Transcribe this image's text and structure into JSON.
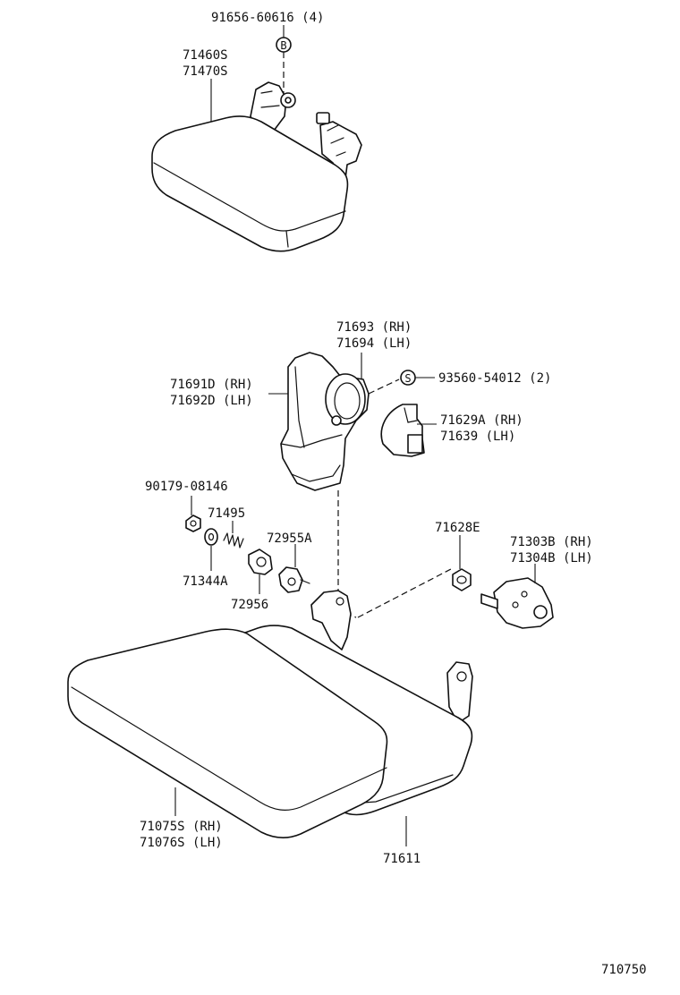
{
  "labels": {
    "bolt_91656": "91656-60616 (4)",
    "bolt_symbol": "B",
    "backrest_a": "71460S",
    "backrest_b": "71470S",
    "hinge_cover_rh": "71693 (RH)",
    "hinge_cover_lh": "71694 (LH)",
    "hinge_rh": "71691D (RH)",
    "hinge_lh": "71692D (LH)",
    "screw_93560": "93560-54012 (2)",
    "screw_symbol": "S",
    "cap_rh": "71629A (RH)",
    "cap_lh": "71639 (LH)",
    "nut_90179": "90179-08146",
    "spring_71495": "71495",
    "knob_72955a": "72955A",
    "washer_71344a": "71344A",
    "knob_72956": "72956",
    "bushing_71628e": "71628E",
    "bracket_rh": "71303B (RH)",
    "bracket_lh": "71304B (LH)",
    "cushion_rh": "71075S (RH)",
    "cushion_lh": "71076S (LH)",
    "frame_71611": "71611",
    "figure_number": "710750"
  }
}
